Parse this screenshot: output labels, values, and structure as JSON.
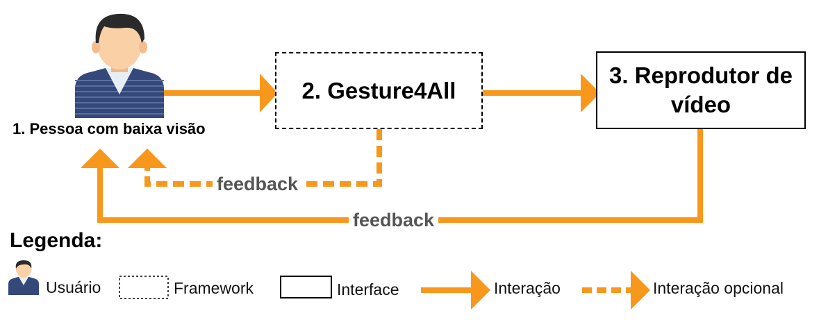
{
  "diagram": {
    "nodes": {
      "user_label": "1. Pessoa com baixa visão",
      "framework_label": "2. Gesture4All",
      "interface_label": "3. Reprodutor de vídeo"
    },
    "feedback_framework": "feedback",
    "feedback_interface": "feedback"
  },
  "legend": {
    "title": "Legenda:",
    "user": "Usuário",
    "framework": "Framework",
    "interface": "Interface",
    "interaction": "Interação",
    "optional_interaction": "Interação opcional"
  },
  "colors": {
    "arrow": "#F7981D",
    "shirt": "#34497A",
    "hair": "#2A2A2A",
    "skin": "#FAD0A7",
    "feedback_text": "#555555"
  },
  "icons": [
    "user-avatar-icon",
    "user-legend-icon"
  ]
}
